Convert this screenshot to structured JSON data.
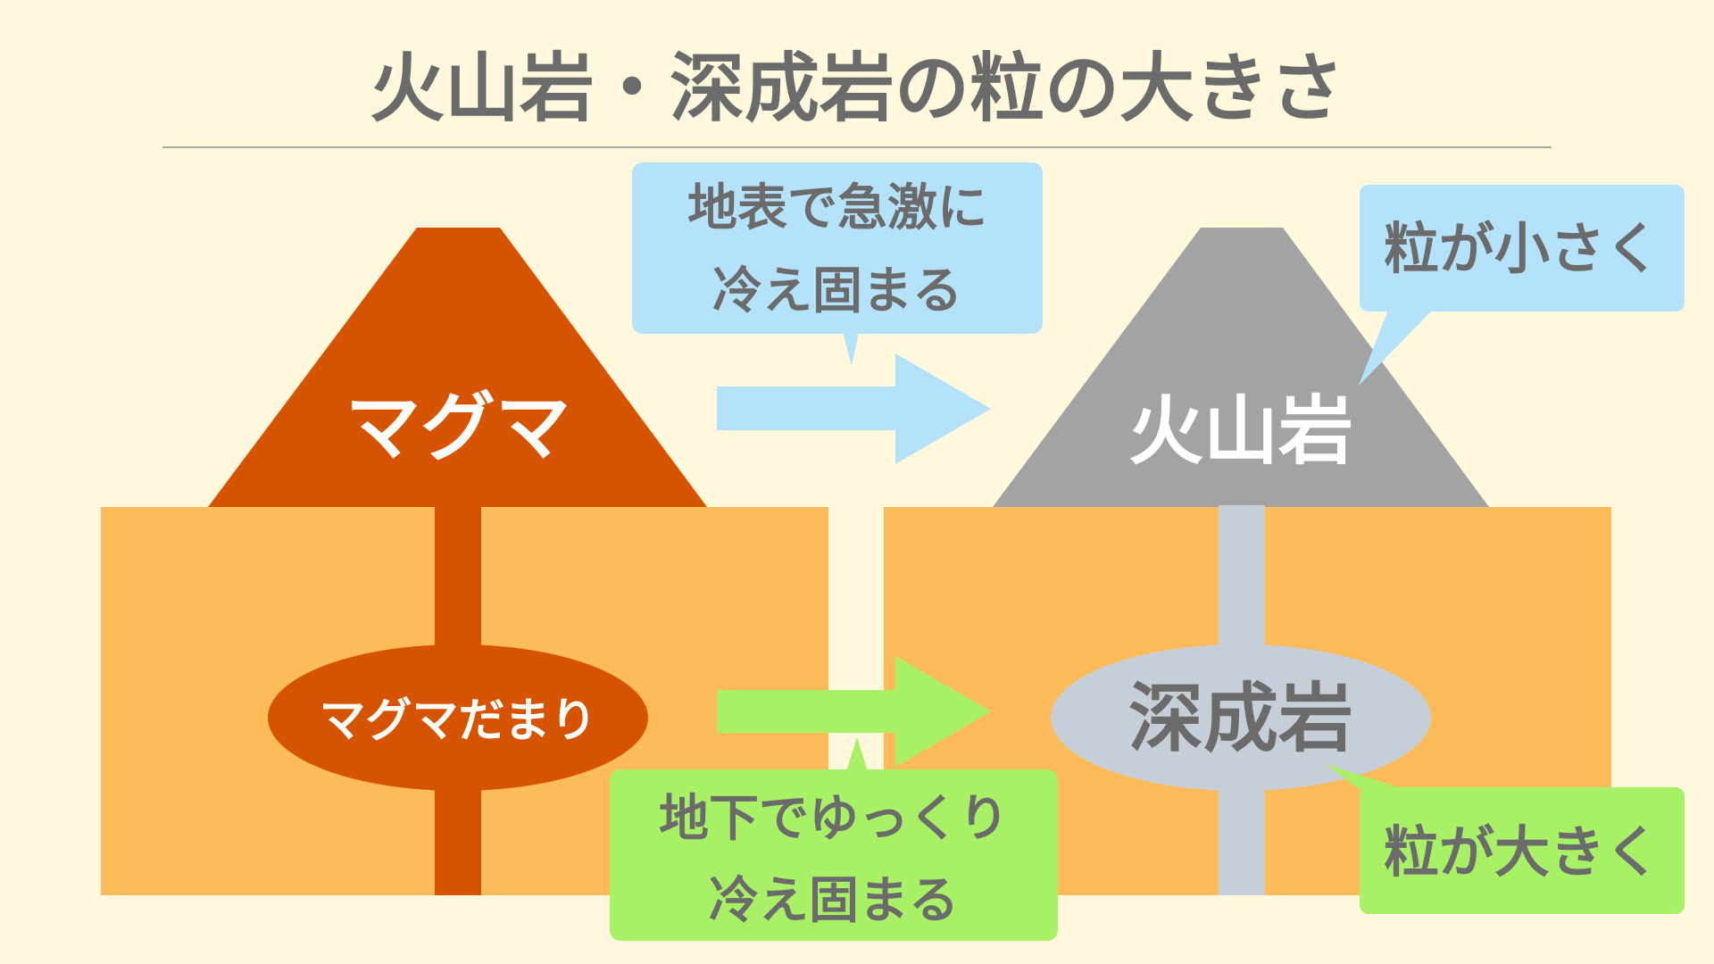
{
  "title": "火山岩・深成岩の粒の大きさ",
  "left": {
    "volcano_label": "マグマ",
    "chamber_label": "マグマだまり"
  },
  "right": {
    "volcano_label": "火山岩",
    "chamber_label": "深成岩"
  },
  "callouts": {
    "surface_cooling": [
      "地表で急激に",
      "冷え固まる"
    ],
    "underground_cooling": [
      "地下でゆっくり",
      "冷え固まる"
    ],
    "small_grain": "粒が小さく",
    "large_grain": "粒が大きく"
  },
  "colors": {
    "background": "#fff8dc",
    "ground": "#fdbb5a",
    "magma": "#d65300",
    "volcanic_rock": "#a3a3a3",
    "plutonic_rock": "#c6ced8",
    "title_text": "#6b6b6b",
    "blue_callout": "#b5e2fb",
    "green_callout": "#a8f065"
  }
}
